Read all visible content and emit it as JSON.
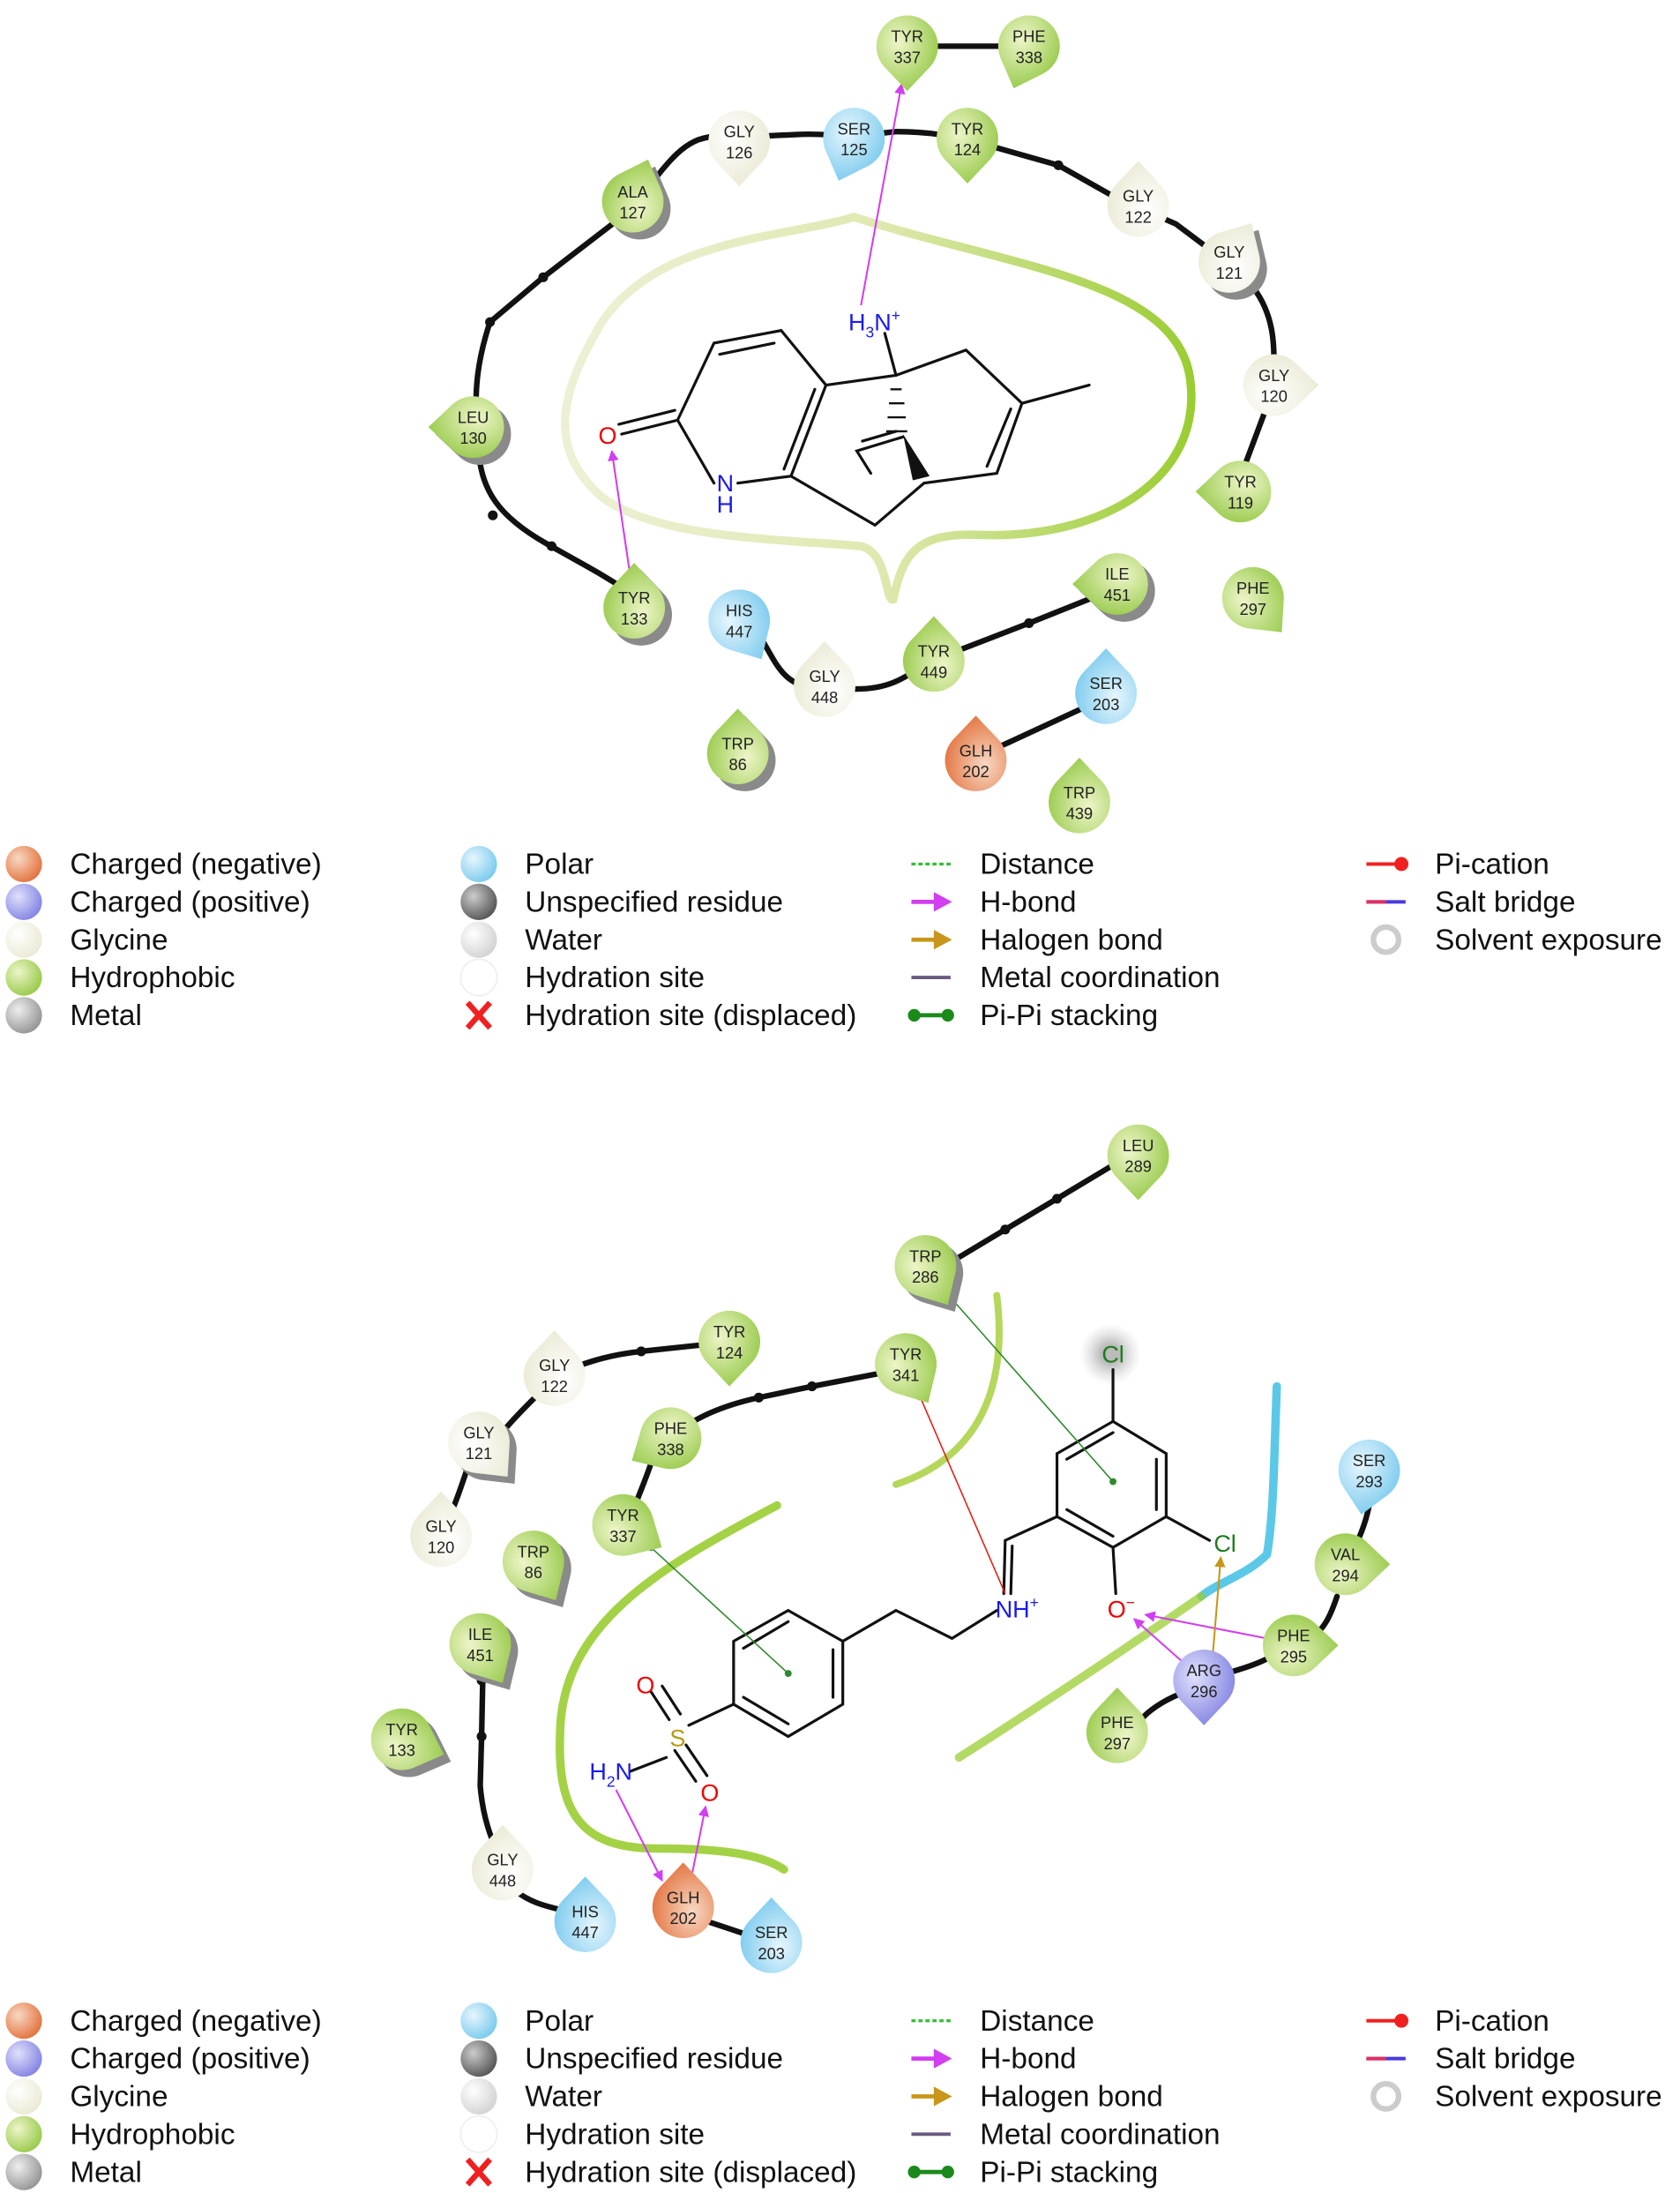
{
  "colors": {
    "hydrophobic": "#9ccc45",
    "glycine": "#f1f0de",
    "polar": "#86cfee",
    "charged_negative": "#e5703a",
    "charged_positive": "#8a8be6",
    "hbond": "#d23ef0",
    "pi_pi": "#2f8a2f",
    "pi_cation": "#e0201a",
    "halogen": "#c8961a"
  },
  "top": {
    "residues": [
      {
        "name": "TYR",
        "num": "337",
        "type": "hydrophobic"
      },
      {
        "name": "PHE",
        "num": "338",
        "type": "hydrophobic"
      },
      {
        "name": "GLY",
        "num": "126",
        "type": "glycine"
      },
      {
        "name": "SER",
        "num": "125",
        "type": "polar"
      },
      {
        "name": "TYR",
        "num": "124",
        "type": "hydrophobic"
      },
      {
        "name": "ALA",
        "num": "127",
        "type": "hydrophobic"
      },
      {
        "name": "GLY",
        "num": "122",
        "type": "glycine"
      },
      {
        "name": "GLY",
        "num": "121",
        "type": "glycine"
      },
      {
        "name": "GLY",
        "num": "120",
        "type": "glycine"
      },
      {
        "name": "LEU",
        "num": "130",
        "type": "hydrophobic"
      },
      {
        "name": "TYR",
        "num": "119",
        "type": "hydrophobic"
      },
      {
        "name": "TYR",
        "num": "133",
        "type": "hydrophobic"
      },
      {
        "name": "HIS",
        "num": "447",
        "type": "polar"
      },
      {
        "name": "ILE",
        "num": "451",
        "type": "hydrophobic"
      },
      {
        "name": "PHE",
        "num": "297",
        "type": "hydrophobic"
      },
      {
        "name": "TYR",
        "num": "449",
        "type": "hydrophobic"
      },
      {
        "name": "GLY",
        "num": "448",
        "type": "glycine"
      },
      {
        "name": "SER",
        "num": "203",
        "type": "polar"
      },
      {
        "name": "GLH",
        "num": "202",
        "type": "charged_negative"
      },
      {
        "name": "TRP",
        "num": "86",
        "type": "hydrophobic"
      },
      {
        "name": "TRP",
        "num": "439",
        "type": "hydrophobic"
      }
    ],
    "atoms": {
      "o": "O",
      "nh_n": "N",
      "nh_h": "H",
      "amine": "H",
      "amine_sub": "3",
      "amine_n": "N",
      "amine_charge": "+"
    }
  },
  "bottom": {
    "residues": [
      {
        "name": "LEU",
        "num": "289",
        "type": "hydrophobic"
      },
      {
        "name": "TRP",
        "num": "286",
        "type": "hydrophobic"
      },
      {
        "name": "TYR",
        "num": "124",
        "type": "hydrophobic"
      },
      {
        "name": "GLY",
        "num": "122",
        "type": "glycine"
      },
      {
        "name": "TYR",
        "num": "341",
        "type": "hydrophobic"
      },
      {
        "name": "GLY",
        "num": "121",
        "type": "glycine"
      },
      {
        "name": "PHE",
        "num": "338",
        "type": "hydrophobic"
      },
      {
        "name": "GLY",
        "num": "120",
        "type": "glycine"
      },
      {
        "name": "TYR",
        "num": "337",
        "type": "hydrophobic"
      },
      {
        "name": "TRP",
        "num": "86",
        "type": "hydrophobic"
      },
      {
        "name": "ILE",
        "num": "451",
        "type": "hydrophobic"
      },
      {
        "name": "SER",
        "num": "293",
        "type": "polar"
      },
      {
        "name": "VAL",
        "num": "294",
        "type": "hydrophobic"
      },
      {
        "name": "PHE",
        "num": "295",
        "type": "hydrophobic"
      },
      {
        "name": "ARG",
        "num": "296",
        "type": "charged_positive"
      },
      {
        "name": "PHE",
        "num": "297",
        "type": "hydrophobic"
      },
      {
        "name": "TYR",
        "num": "133",
        "type": "hydrophobic"
      },
      {
        "name": "GLY",
        "num": "448",
        "type": "glycine"
      },
      {
        "name": "HIS",
        "num": "447",
        "type": "polar"
      },
      {
        "name": "GLH",
        "num": "202",
        "type": "charged_negative"
      },
      {
        "name": "SER",
        "num": "203",
        "type": "polar"
      }
    ],
    "atoms": {
      "cl1": "Cl",
      "cl2": "Cl",
      "o_minus": "O",
      "o_minus_charge": "−",
      "nh": "NH",
      "nh_charge": "+",
      "s": "S",
      "o1": "O",
      "o2": "O",
      "h2n_h": "H",
      "h2n_sub": "2",
      "h2n_n": "N"
    }
  },
  "legend": {
    "col1": [
      "Charged (negative)",
      "Charged (positive)",
      "Glycine",
      "Hydrophobic",
      "Metal"
    ],
    "col2": [
      "Polar",
      "Unspecified residue",
      "Water",
      "Hydration site",
      "Hydration site (displaced)"
    ],
    "col3": [
      "Distance",
      "H-bond",
      "Halogen bond",
      "Metal coordination",
      "Pi-Pi stacking"
    ],
    "col4": [
      "Pi-cation",
      "Salt bridge",
      "Solvent exposure"
    ]
  }
}
